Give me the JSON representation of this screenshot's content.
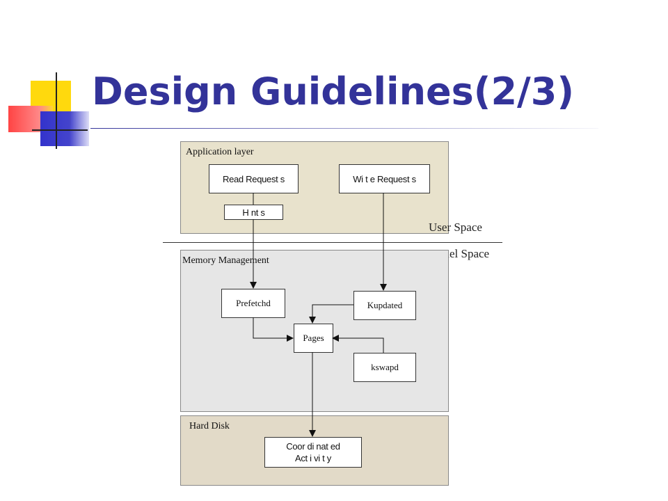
{
  "slide": {
    "title": "Design Guidelines(2/3)"
  },
  "diagram": {
    "application_layer": {
      "label": "Application layer",
      "read_requests": "Read  Request s",
      "write_requests": "Wi t e  Request s",
      "hints": "H nt s"
    },
    "user_space": "User Space",
    "kernel_space": "Kernel Space",
    "memory_management": {
      "label": "Memory Management",
      "prefetchd": "Prefetchd",
      "kupdated": "Kupdated",
      "pages": "Pages",
      "kswapd": "kswapd"
    },
    "hard_disk": {
      "label": "Hard Disk",
      "coordinated_activity_line1": "Coor di nat ed",
      "coordinated_activity_line2": "Act i vi t y"
    },
    "colors": {
      "title": "#333399",
      "application_bg": "#e8e2cc",
      "memory_bg": "#e6e6e6",
      "disk_bg": "#e2dac8"
    }
  }
}
